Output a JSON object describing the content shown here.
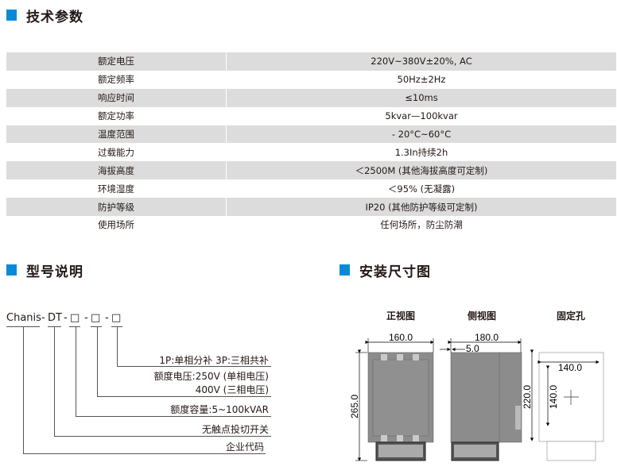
{
  "specs": {
    "title": "技术参数",
    "rows": [
      {
        "label": "额定电压",
        "value": "220V~380V±20%, AC"
      },
      {
        "label": "额定频率",
        "value": "50Hz±2Hz"
      },
      {
        "label": "响应时间",
        "value": "≤10ms"
      },
      {
        "label": "额定功率",
        "value": "5kvar—100kvar"
      },
      {
        "label": "温度范围",
        "value": "- 20°C~60°C"
      },
      {
        "label": "过载能力",
        "value": "1.3In持续2h"
      },
      {
        "label": "海拔高度",
        "value": "＜2500M (其他海拔高度可定制)"
      },
      {
        "label": "环境湿度",
        "value": "＜95% (无凝露)"
      },
      {
        "label": "防护等级",
        "value": "IP20 (其他防护等级可定制)"
      },
      {
        "label": "使用场所",
        "value": "任何场所，防尘防潮"
      }
    ]
  },
  "model": {
    "title": "型号说明",
    "code": {
      "brand": "Chanis",
      "sep": "-",
      "series": "DT",
      "box": "□"
    },
    "desc": {
      "phase": "1P:单相分补 3P:三相共补",
      "voltage1": "额度电压:250V (单相电压)",
      "voltage2": "400V (三相电压)",
      "capacity": "额度容量:5~100kVAR",
      "switch": "无触点投切开关",
      "company": "企业代码"
    }
  },
  "dims": {
    "title": "安装尺寸图",
    "front": {
      "title": "正视图",
      "width": "160.0",
      "height": "265.0"
    },
    "side": {
      "title": "侧视图",
      "depth": "180.0",
      "offset": "5.0"
    },
    "holes": {
      "title": "固定孔",
      "h_spacing": "140.0",
      "v_spacing": "140.0",
      "height": "220.0"
    }
  },
  "colors": {
    "accent": "#0a8ad6",
    "row_shade": "#dcdcdc",
    "device": "#8c8c8c"
  }
}
